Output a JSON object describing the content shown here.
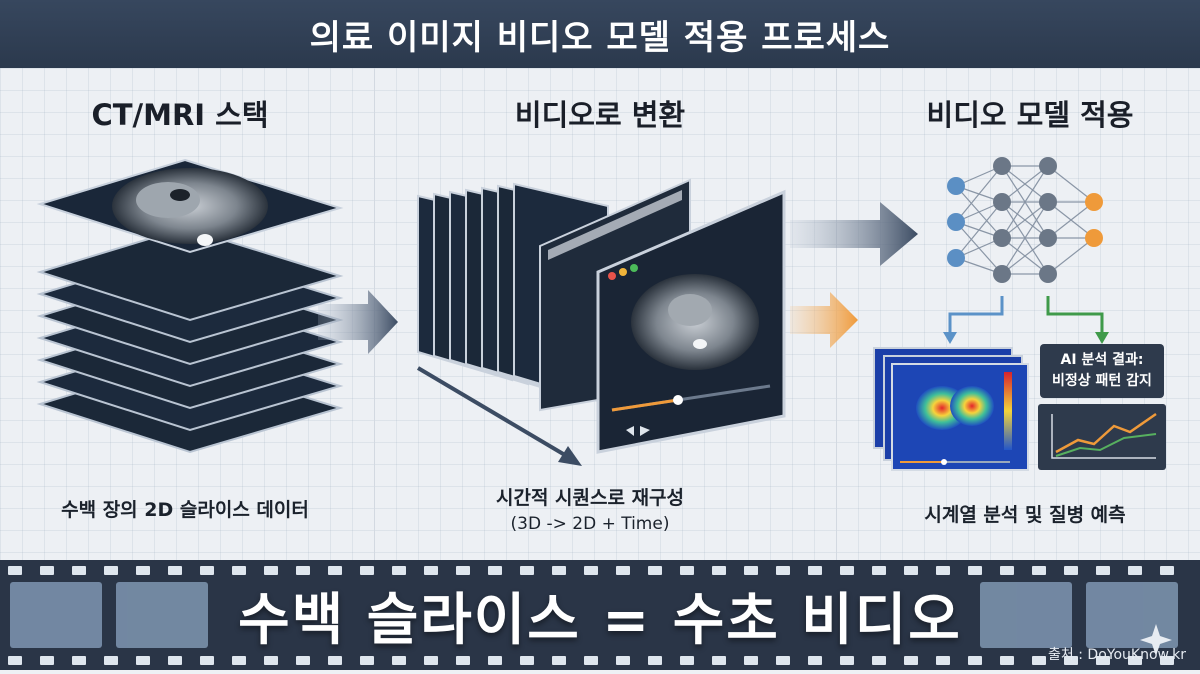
{
  "header": {
    "title": "의료 이미지 비디오 모델 적용 프로세스"
  },
  "columns": [
    {
      "title": "CT/MRI 스택",
      "caption": "수백 장의 2D 슬라이스 데이터"
    },
    {
      "title": "비디오로 변환",
      "caption": "시간적 시퀀스로 재구성",
      "subcaption": "(3D -> 2D + Time)"
    },
    {
      "title": "비디오 모델 적용",
      "caption": "시계열 분석 및 질병 예측"
    }
  ],
  "ai_result": {
    "line1": "AI 분석 결과:",
    "line2": "비정상 패턴 감지"
  },
  "banner": {
    "text": "수백 슬라이스 = 수초 비디오"
  },
  "source": "출처 : DoYouKnow.kr",
  "colors": {
    "header": "#2f3d52",
    "accent_orange": "#ef9a3a",
    "accent_blue": "#5b92c8",
    "accent_green": "#3f9a4a",
    "dark_slice": "#1c2a3d"
  }
}
